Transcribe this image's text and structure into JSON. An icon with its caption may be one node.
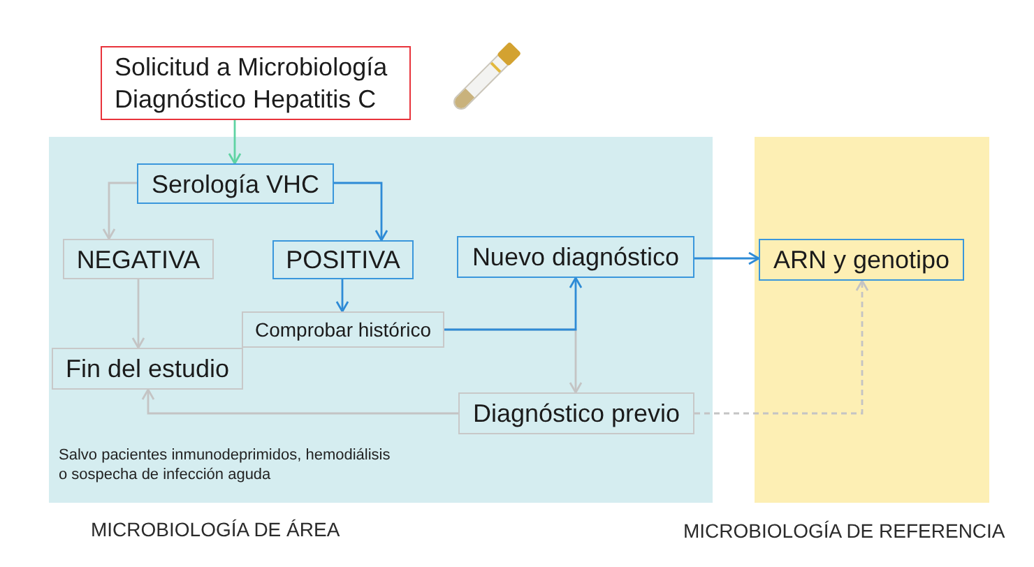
{
  "diagram": {
    "nodes": [
      {
        "text": [
          "Solicitud a Microbiología Diagnóstico Hepatitis C"
        ]
      },
      {
        "text": [
          "MICROBIOLOGÍA DE ÁREA"
        ]
      },
      {
        "text": [
          "Serología VHC"
        ],
        "in": 1
      },
      {
        "text": [
          "NEGATIVA"
        ],
        "in": 1
      },
      {
        "text": [
          "POSITIVA"
        ],
        "in": 1
      },
      {
        "text": [
          "Nuevo diagnóstico"
        ],
        "in": 1
      },
      {
        "text": [
          "Comprobar histórico"
        ],
        "in": 1
      },
      {
        "text": [
          "Fin del estudio"
        ],
        "in": 1
      },
      {
        "text": [
          "Diagnóstico previo"
        ],
        "in": 1
      },
      {
        "text": [
          "MICROBIOLOGÍA DE REFERENCIA"
        ]
      },
      {
        "text": [
          "ARN y genotipo"
        ],
        "in": 9
      }
    ],
    "edges": [
      {
        "from": 0,
        "to": 2,
        "arrow": "to",
        "color": "#5fd3a3"
      },
      {
        "from": 2,
        "to": 3,
        "arrow": "to"
      },
      {
        "from": 2,
        "to": 4,
        "arrow": "to",
        "color": "#2e8bd6"
      },
      {
        "from": 3,
        "to": 7,
        "arrow": "to"
      },
      {
        "from": 4,
        "to": 6,
        "arrow": "to",
        "color": "#2e8bd6"
      },
      {
        "from": 6,
        "to": 5,
        "arrow": "to",
        "color": "#2e8bd6"
      },
      {
        "from": 6,
        "to": 8,
        "arrow": "to"
      },
      {
        "from": 5,
        "to": 10,
        "arrow": "to",
        "color": "#2e8bd6"
      },
      {
        "from": 8,
        "to": 7,
        "arrow": "to"
      },
      {
        "from": 8,
        "to": 10,
        "arrow": "to",
        "style": "dashed"
      }
    ],
    "labels": [
      "Salvo pacientes inmunodeprimidos, hemodiálisis o sospecha de infección aguda"
    ]
  }
}
